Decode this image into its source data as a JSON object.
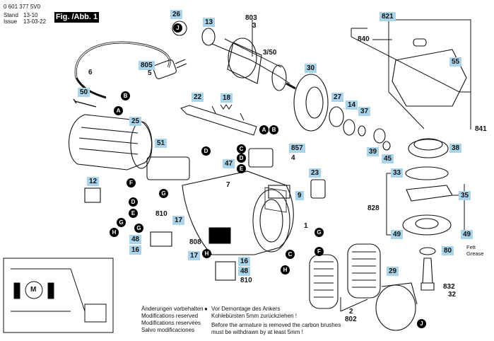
{
  "header": {
    "part_number": "0 601 377 5V0",
    "stand_label": "Stand",
    "issue_label": "Issue",
    "stand_code": "13-10",
    "issue_date": "13-03-22",
    "figure_label": "Fig. /Abb. 1"
  },
  "part_labels": {
    "p26": "26",
    "p13": "13",
    "p803": "803",
    "p3": "3",
    "p3_50": "3/50",
    "p805": "805",
    "p5": "5",
    "p6": "6",
    "p50": "50",
    "p22": "22",
    "p18": "18",
    "p30": "30",
    "p27": "27",
    "p14": "14",
    "p37": "37",
    "p25": "25",
    "p857": "857",
    "p4": "4",
    "p51": "51",
    "p47": "47",
    "p7": "7",
    "p23": "23",
    "p9": "9",
    "p12": "12",
    "p1": "1",
    "p810a": "810",
    "p17a": "17",
    "p48a": "48",
    "p16a": "16",
    "p808": "808",
    "p17b": "17",
    "p16b": "16",
    "p48b": "48",
    "p810b": "810",
    "p2": "2",
    "p802": "802",
    "p821": "821",
    "p840": "840",
    "p55": "55",
    "p841": "841",
    "p38": "38",
    "p39": "39",
    "p45": "45",
    "p33": "33",
    "p35": "35",
    "p828": "828",
    "p49a": "49",
    "p49b": "49",
    "p80": "80",
    "p29": "29",
    "p832": "832",
    "p32": "32"
  },
  "callouts": {
    "J": "J",
    "A": "A",
    "B": "B",
    "C": "C",
    "D": "D",
    "E": "E",
    "F": "F",
    "G": "G",
    "H": "H"
  },
  "grease": {
    "de": "Fett",
    "en": "Grease"
  },
  "motor_symbol": "M",
  "notes": {
    "left": [
      "Änderungen vorbehalten",
      "Modifications reserved",
      "Modifications reservées",
      "Salvo modificaciones"
    ],
    "right_line1": "Vor Demontage des Ankers",
    "right_line2": "Kohlebürsten 5mm zurückziehen !",
    "right_line3": "Before the armature is removed the carbon brushes",
    "right_line4": "must be withdrawn by at least 5mm !"
  },
  "colors": {
    "label_bg": "#a9d4ea",
    "ink": "#111111"
  }
}
